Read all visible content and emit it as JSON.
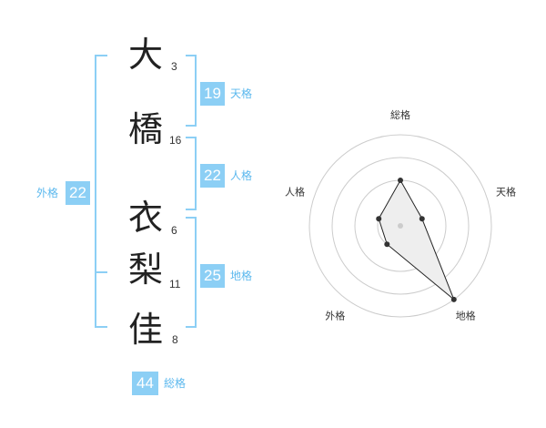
{
  "name_chars": [
    {
      "char": "大",
      "strokes": "3"
    },
    {
      "char": "橋",
      "strokes": "16"
    },
    {
      "char": "衣",
      "strokes": "6"
    },
    {
      "char": "梨",
      "strokes": "11"
    },
    {
      "char": "佳",
      "strokes": "8"
    }
  ],
  "kaku": {
    "tenkaku": {
      "value": "19",
      "label": "天格"
    },
    "jinkaku": {
      "value": "22",
      "label": "人格"
    },
    "chikaku": {
      "value": "25",
      "label": "地格"
    },
    "gaikaku": {
      "value": "22",
      "label": "外格"
    },
    "soukaku": {
      "value": "44",
      "label": "総格"
    }
  },
  "colors": {
    "accent": "#8ccff5",
    "accent_text": "#5bb8ee"
  },
  "chart_data": {
    "type": "radar",
    "axes": [
      "総格",
      "天格",
      "地格",
      "外格",
      "人格"
    ],
    "values": [
      2,
      1,
      4,
      1,
      1
    ],
    "rmax": 4,
    "rings": 4
  }
}
